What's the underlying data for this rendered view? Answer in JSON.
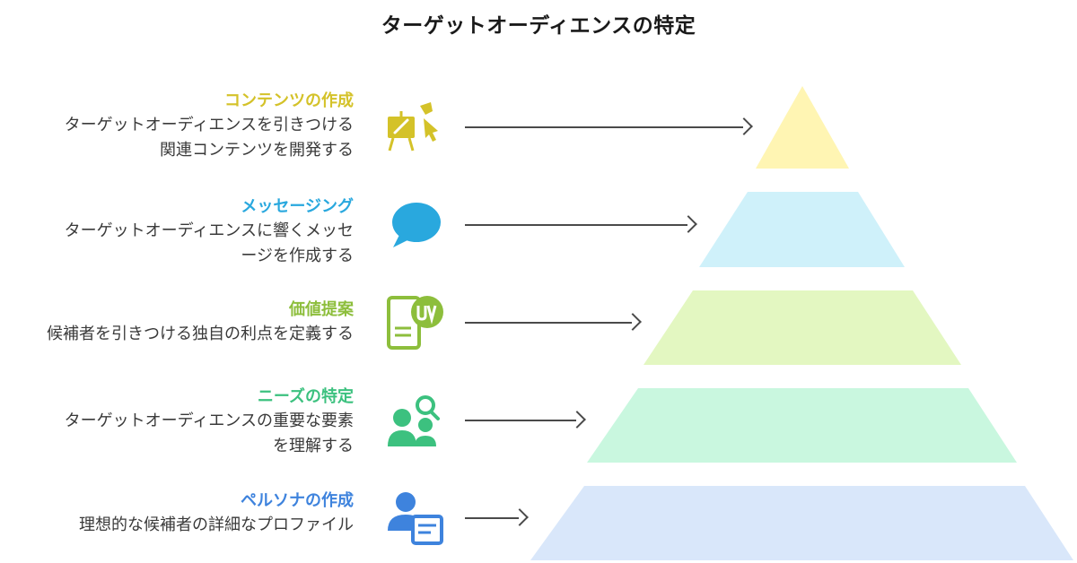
{
  "title": "ターゲットオーディエンスの特定",
  "levels": [
    {
      "heading": "コンテンツの作成",
      "desc_line1": "ターゲットオーディエンスを引きつける",
      "desc_line2": "関連コンテンツを開発する",
      "icon": "presentation-board-icon",
      "color": "#D4C229",
      "fill": "#FFF5B3"
    },
    {
      "heading": "メッセージング",
      "desc_line1": "ターゲットオーディエンスに響くメッセ",
      "desc_line2": "ージを作成する",
      "icon": "speech-bubble-icon",
      "color": "#29A8DE",
      "fill": "#CFF1FA"
    },
    {
      "heading": "価値提案",
      "desc_line1": "候補者を引きつける独自の利点を定義する",
      "desc_line2": "",
      "icon": "uv-document-icon",
      "color": "#8DBE3C",
      "fill": "#E3F7C1"
    },
    {
      "heading": "ニーズの特定",
      "desc_line1": "ターゲットオーディエンスの重要な要素",
      "desc_line2": "を理解する",
      "icon": "people-search-icon",
      "color": "#3CC17F",
      "fill": "#C9F7DF"
    },
    {
      "heading": "ペルソナの作成",
      "desc_line1": "理想的な候補者の詳細なプロファイル",
      "desc_line2": "",
      "icon": "person-profile-icon",
      "color": "#3E83DD",
      "fill": "#D9E7FA"
    }
  ]
}
